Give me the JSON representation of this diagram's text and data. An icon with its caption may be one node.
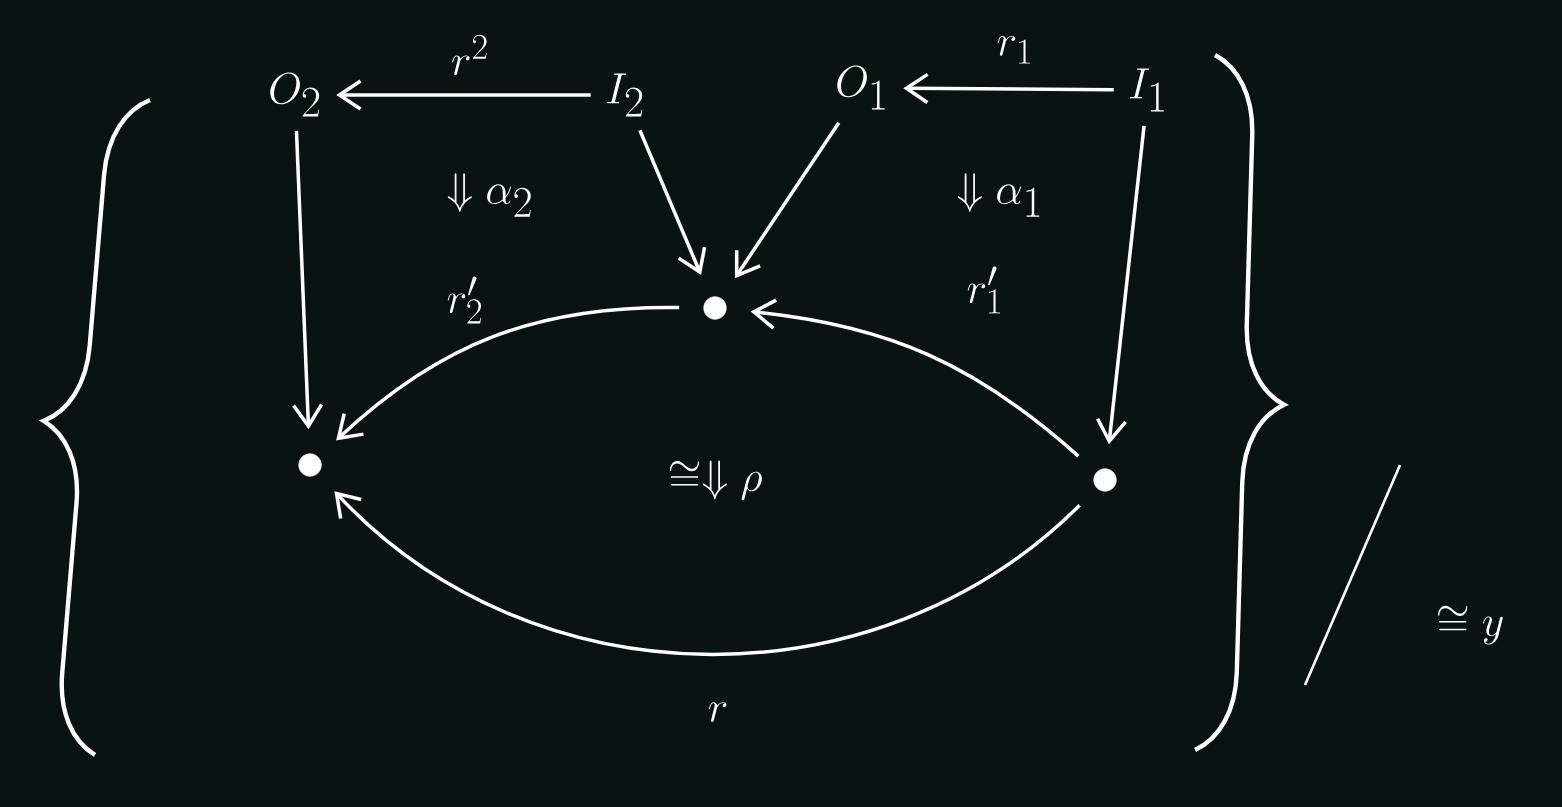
{
  "diagram": {
    "nodes": [
      {
        "text": [
          "O_2"
        ]
      },
      {
        "text": [
          "I_2"
        ]
      },
      {
        "text": [
          "O_1"
        ]
      },
      {
        "text": [
          "I_1"
        ]
      },
      {
        "text": [],
        "shape": "circle"
      },
      {
        "text": [],
        "shape": "circle"
      },
      {
        "text": [],
        "shape": "circle"
      }
    ],
    "edges": [
      {
        "from": 1,
        "to": 0,
        "arrow": "to",
        "label": "r^2"
      },
      {
        "from": 3,
        "to": 2,
        "arrow": "to",
        "label": "r_1"
      },
      {
        "from": 0,
        "to": 4,
        "arrow": "to"
      },
      {
        "from": 1,
        "to": 5,
        "arrow": "to"
      },
      {
        "from": 2,
        "to": 5,
        "arrow": "to"
      },
      {
        "from": 3,
        "to": 6,
        "arrow": "to"
      },
      {
        "from": 5,
        "to": 4,
        "arrow": "to",
        "label": "r_2'"
      },
      {
        "from": 6,
        "to": 5,
        "arrow": "to",
        "label": "r_1'"
      },
      {
        "from": 6,
        "to": 4,
        "arrow": "to",
        "label": "r"
      }
    ],
    "labels": [
      "\\Downarrow \\alpha_2",
      "\\Downarrow \\alpha_1",
      "\\cong \\Downarrow \\rho",
      "\\cong y"
    ]
  }
}
